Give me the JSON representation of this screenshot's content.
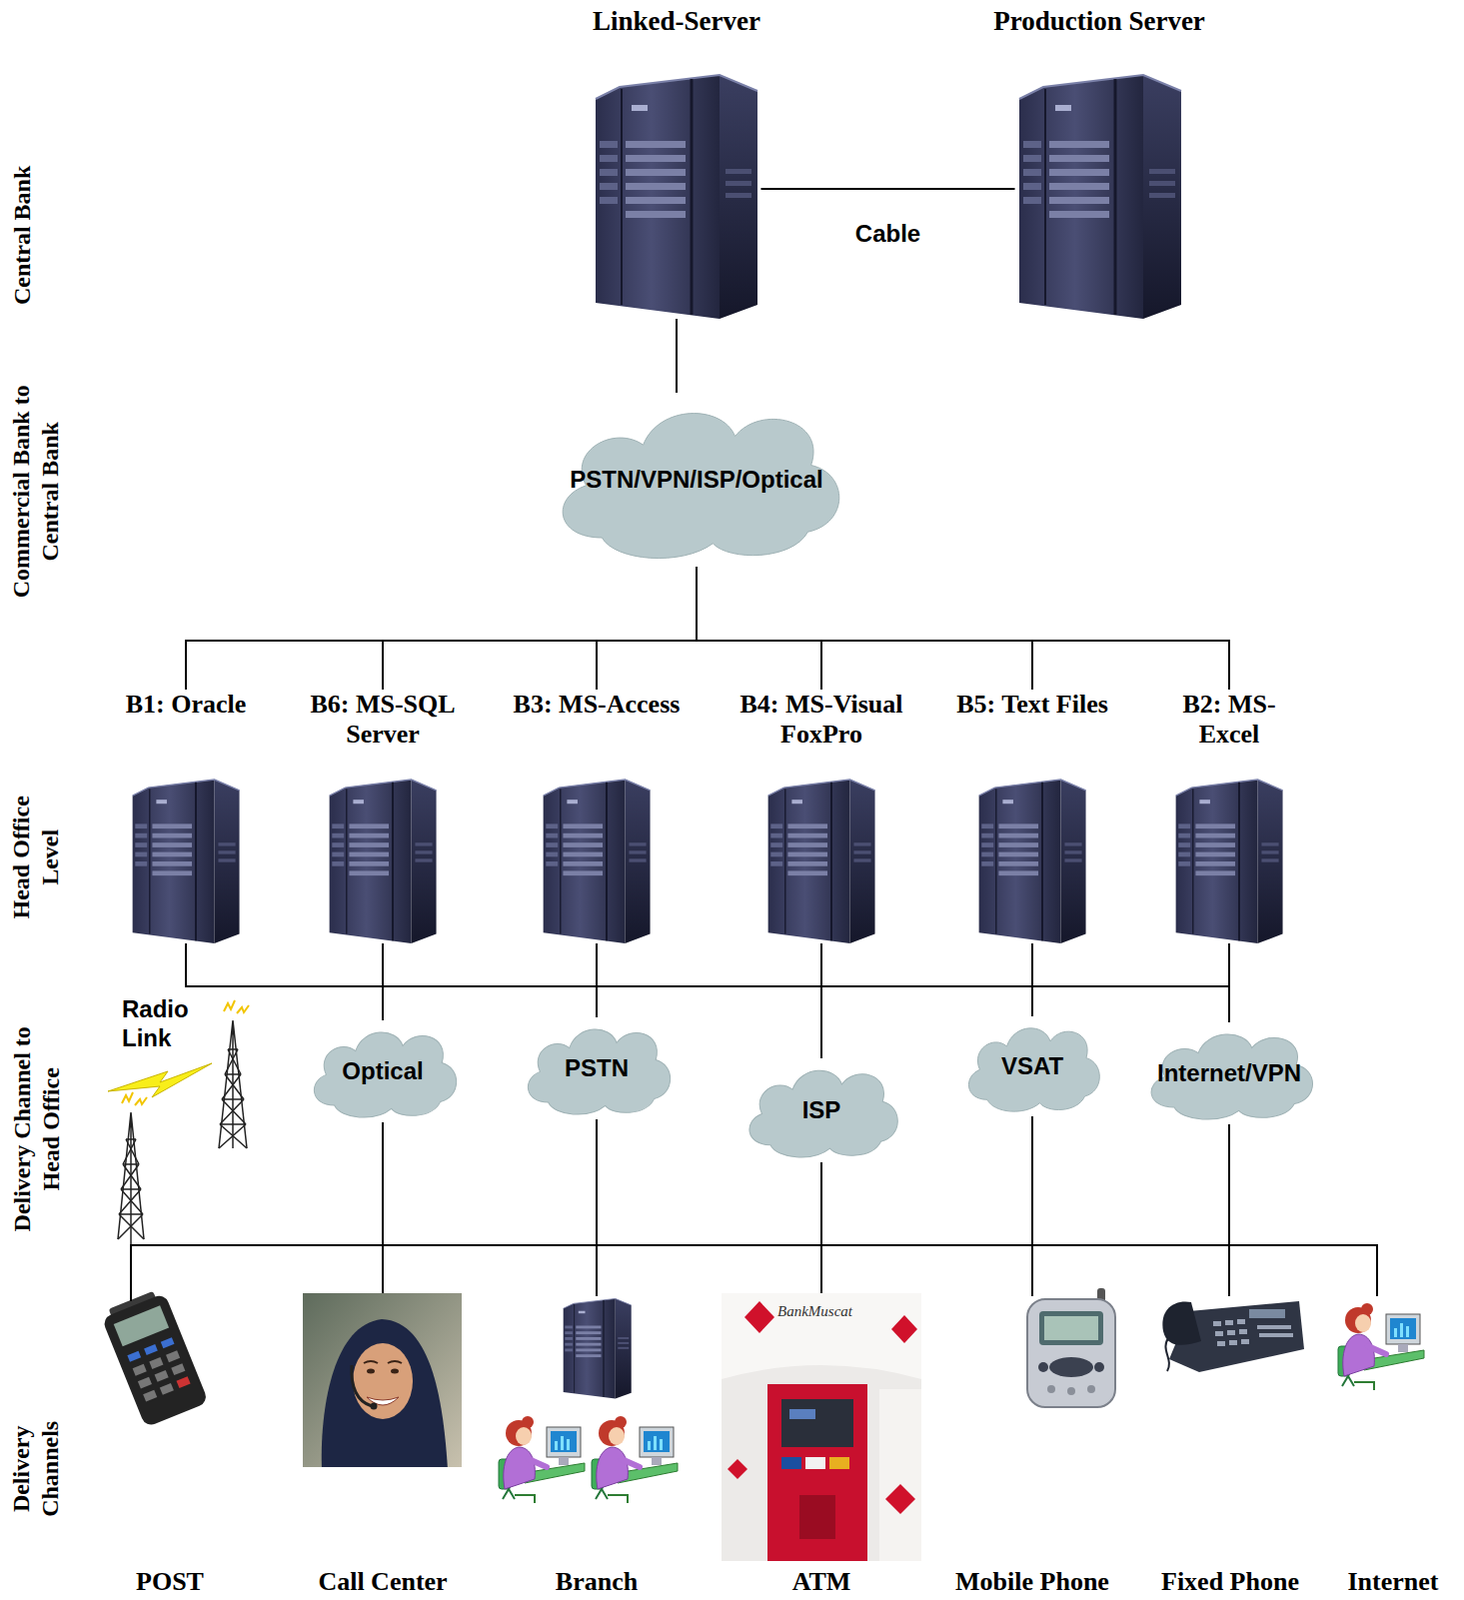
{
  "diagram": {
    "nodes": [
      {
        "text": [
          "Linked-Server"
        ]
      },
      {
        "text": [
          "Production Server"
        ]
      },
      {
        "text": [
          "PSTN/VPN/ISP/Optical"
        ]
      },
      {
        "text": [
          "B1: Oracle"
        ]
      },
      {
        "text": [
          "B6: MS-SQL Server"
        ]
      },
      {
        "text": [
          "B3: MS-Access"
        ]
      },
      {
        "text": [
          "B4: MS-Visual FoxPro"
        ]
      },
      {
        "text": [
          "B5: Text Files"
        ]
      },
      {
        "text": [
          "B2: MS-Excel"
        ]
      },
      {
        "text": [
          "Optical"
        ]
      },
      {
        "text": [
          "PSTN"
        ]
      },
      {
        "text": [
          "ISP"
        ]
      },
      {
        "text": [
          "VSAT"
        ]
      },
      {
        "text": [
          "Internet/VPN"
        ]
      },
      {
        "text": [
          "POST"
        ]
      },
      {
        "text": [
          "Call Center"
        ]
      },
      {
        "text": [
          "Branch"
        ]
      },
      {
        "text": [
          "ATM"
        ]
      },
      {
        "text": [
          "Mobile Phone"
        ]
      },
      {
        "text": [
          "Fixed Phone"
        ]
      },
      {
        "text": [
          "Internet"
        ]
      }
    ],
    "edges": [
      {
        "from": 0,
        "to": 1,
        "label": "Cable",
        "arrow": "none"
      },
      {
        "from": 0,
        "to": 2,
        "arrow": "none"
      },
      {
        "from": 2,
        "to": 3,
        "arrow": "none"
      },
      {
        "from": 2,
        "to": 4,
        "arrow": "none"
      },
      {
        "from": 2,
        "to": 5,
        "arrow": "none"
      },
      {
        "from": 2,
        "to": 6,
        "arrow": "none"
      },
      {
        "from": 2,
        "to": 7,
        "arrow": "none"
      },
      {
        "from": 2,
        "to": 8,
        "arrow": "none"
      },
      {
        "from": 3,
        "to": 8,
        "arrow": "none"
      },
      {
        "from": 4,
        "to": 9,
        "arrow": "none"
      },
      {
        "from": 9,
        "to": 15,
        "arrow": "none"
      },
      {
        "from": 5,
        "to": 10,
        "arrow": "none"
      },
      {
        "from": 10,
        "to": 16,
        "arrow": "none"
      },
      {
        "from": 6,
        "to": 11,
        "arrow": "none"
      },
      {
        "from": 11,
        "to": 17,
        "arrow": "none"
      },
      {
        "from": 7,
        "to": 12,
        "arrow": "none"
      },
      {
        "from": 12,
        "to": 18,
        "arrow": "none"
      },
      {
        "from": 8,
        "to": 13,
        "arrow": "none"
      },
      {
        "from": 13,
        "to": 19,
        "arrow": "none"
      },
      {
        "from": 14,
        "to": 20,
        "arrow": "none"
      }
    ],
    "labels": [
      "Central Bank",
      "Commercial Bank to Central Bank",
      "Head Office Level",
      "Delivery Channel to Head Office",
      "Delivery Channels",
      "Radio Link",
      "BankMuscat"
    ]
  }
}
